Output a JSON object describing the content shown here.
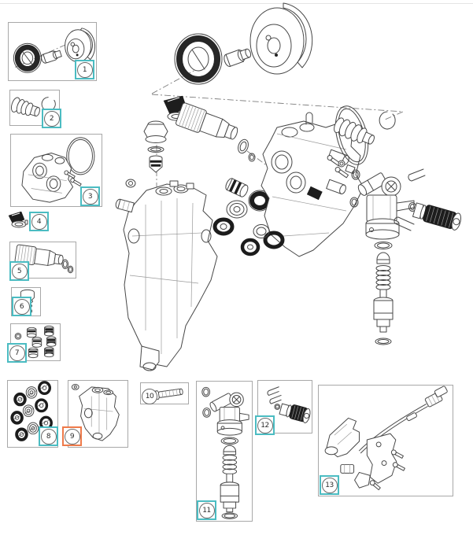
{
  "diagram": {
    "callouts": [
      {
        "num": "1",
        "style": "teal"
      },
      {
        "num": "2",
        "style": "teal"
      },
      {
        "num": "3",
        "style": "teal"
      },
      {
        "num": "4",
        "style": "teal"
      },
      {
        "num": "5",
        "style": "teal"
      },
      {
        "num": "6",
        "style": "teal"
      },
      {
        "num": "7",
        "style": "teal"
      },
      {
        "num": "8",
        "style": "teal"
      },
      {
        "num": "9",
        "style": "orange"
      },
      {
        "num": "10",
        "style": "plain"
      },
      {
        "num": "11",
        "style": "teal"
      },
      {
        "num": "12",
        "style": "teal"
      },
      {
        "num": "13",
        "style": "teal"
      }
    ],
    "colors": {
      "teal": "#4bbcc2",
      "orange": "#ee7a4a",
      "box_border": "#a8a8a8",
      "line": "#474747"
    }
  }
}
